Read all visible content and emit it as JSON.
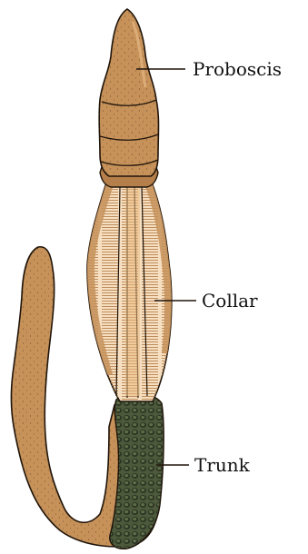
{
  "labels": {
    "proboscis": "Proboscis",
    "collar": "Collar",
    "trunk": "Trunk"
  },
  "colors": {
    "body": "#c6925a",
    "body_dark": "#9b6a3a",
    "collar_inner": "#f6dfc1",
    "trunk_dark": "#4f5a3d",
    "outline": "#1f140a"
  }
}
